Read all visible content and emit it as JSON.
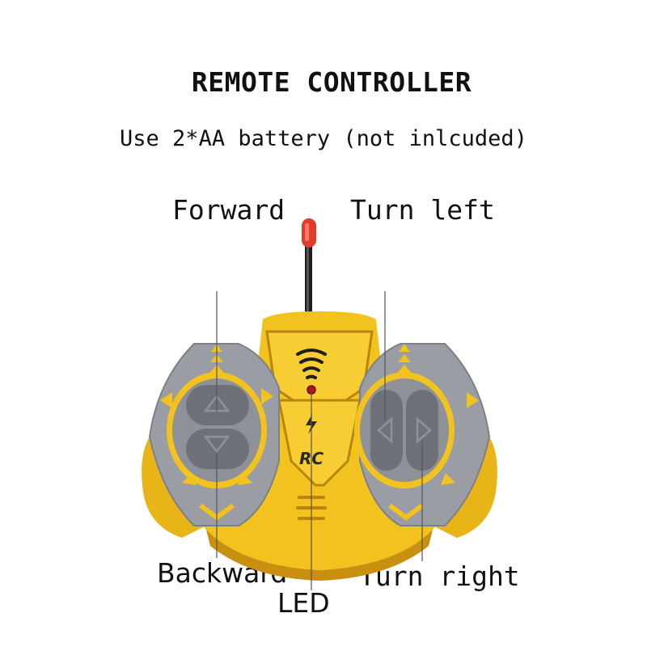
{
  "header": {
    "title": "REMOTE CONTROLLER",
    "subtitle": "Use 2*AA battery (not inlcuded)"
  },
  "callouts": {
    "forward": "Forward",
    "turn_left": "Turn left",
    "backward": "Backward",
    "led": "LED",
    "turn_right": "Turn right"
  },
  "device": {
    "logo_text": "RC",
    "colors": {
      "body": "#f2c21f",
      "body_dark": "#c98f0e",
      "panel": "#9a9ea4",
      "button": "#6e7278",
      "antenna_tip": "#e23b2a",
      "led": "#b01818"
    }
  }
}
